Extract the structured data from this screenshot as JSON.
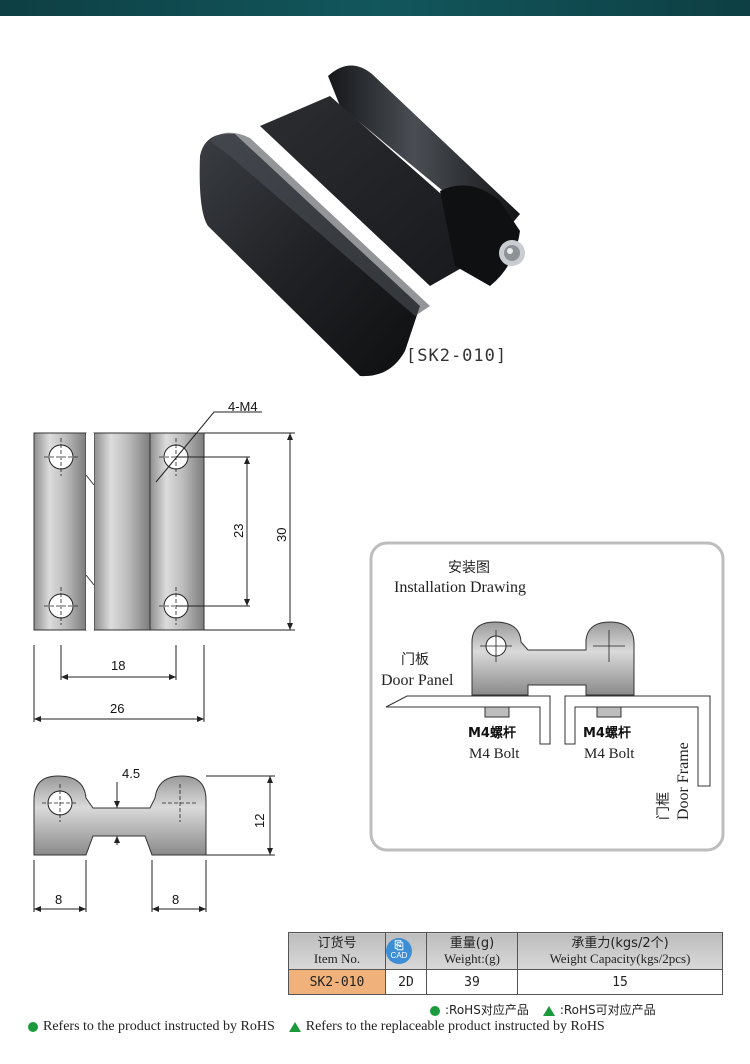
{
  "product": {
    "item_tag": "[SK2-010]"
  },
  "drawing": {
    "holes_label": "4-M4",
    "dims": {
      "hole_spacing_v": "23",
      "height": "30",
      "hole_spacing_h": "18",
      "width": "26",
      "gap": "4.5",
      "thickness": "12",
      "knuckle_left": "8",
      "knuckle_right": "8"
    }
  },
  "installation": {
    "title_cn": "安装图",
    "title_en": "Installation Drawing",
    "door_panel_cn": "门板",
    "door_panel_en": "Door Panel",
    "bolt_left_cn": "M4螺杆",
    "bolt_left_en": "M4 Bolt",
    "bolt_right_cn": "M4螺杆",
    "bolt_right_en": "M4 Bolt",
    "door_frame_cn": "门框",
    "door_frame_en": "Door Frame"
  },
  "spec_table": {
    "headers": {
      "item_cn": "订货号",
      "item_en": "Item No.",
      "cad_top": "CAD",
      "weight_cn": "重量(g)",
      "weight_en": "Weight:(g)",
      "capacity_cn": "承重力(kgs/2个)",
      "capacity_en": "Weight Capacity(kgs/2pcs)"
    },
    "row": {
      "item": "SK2-010",
      "cad": "2D",
      "weight": "39",
      "capacity": "15"
    }
  },
  "legend": {
    "rohs_cn": ":RoHS对应产品",
    "replaceable_cn": ":RoHS可对应产品",
    "rohs_en": "Refers to the product instructed by RoHS",
    "replaceable_en": "Refers to the replaceable product instructed by RoHS",
    "green_color": "#1a9a3a"
  }
}
